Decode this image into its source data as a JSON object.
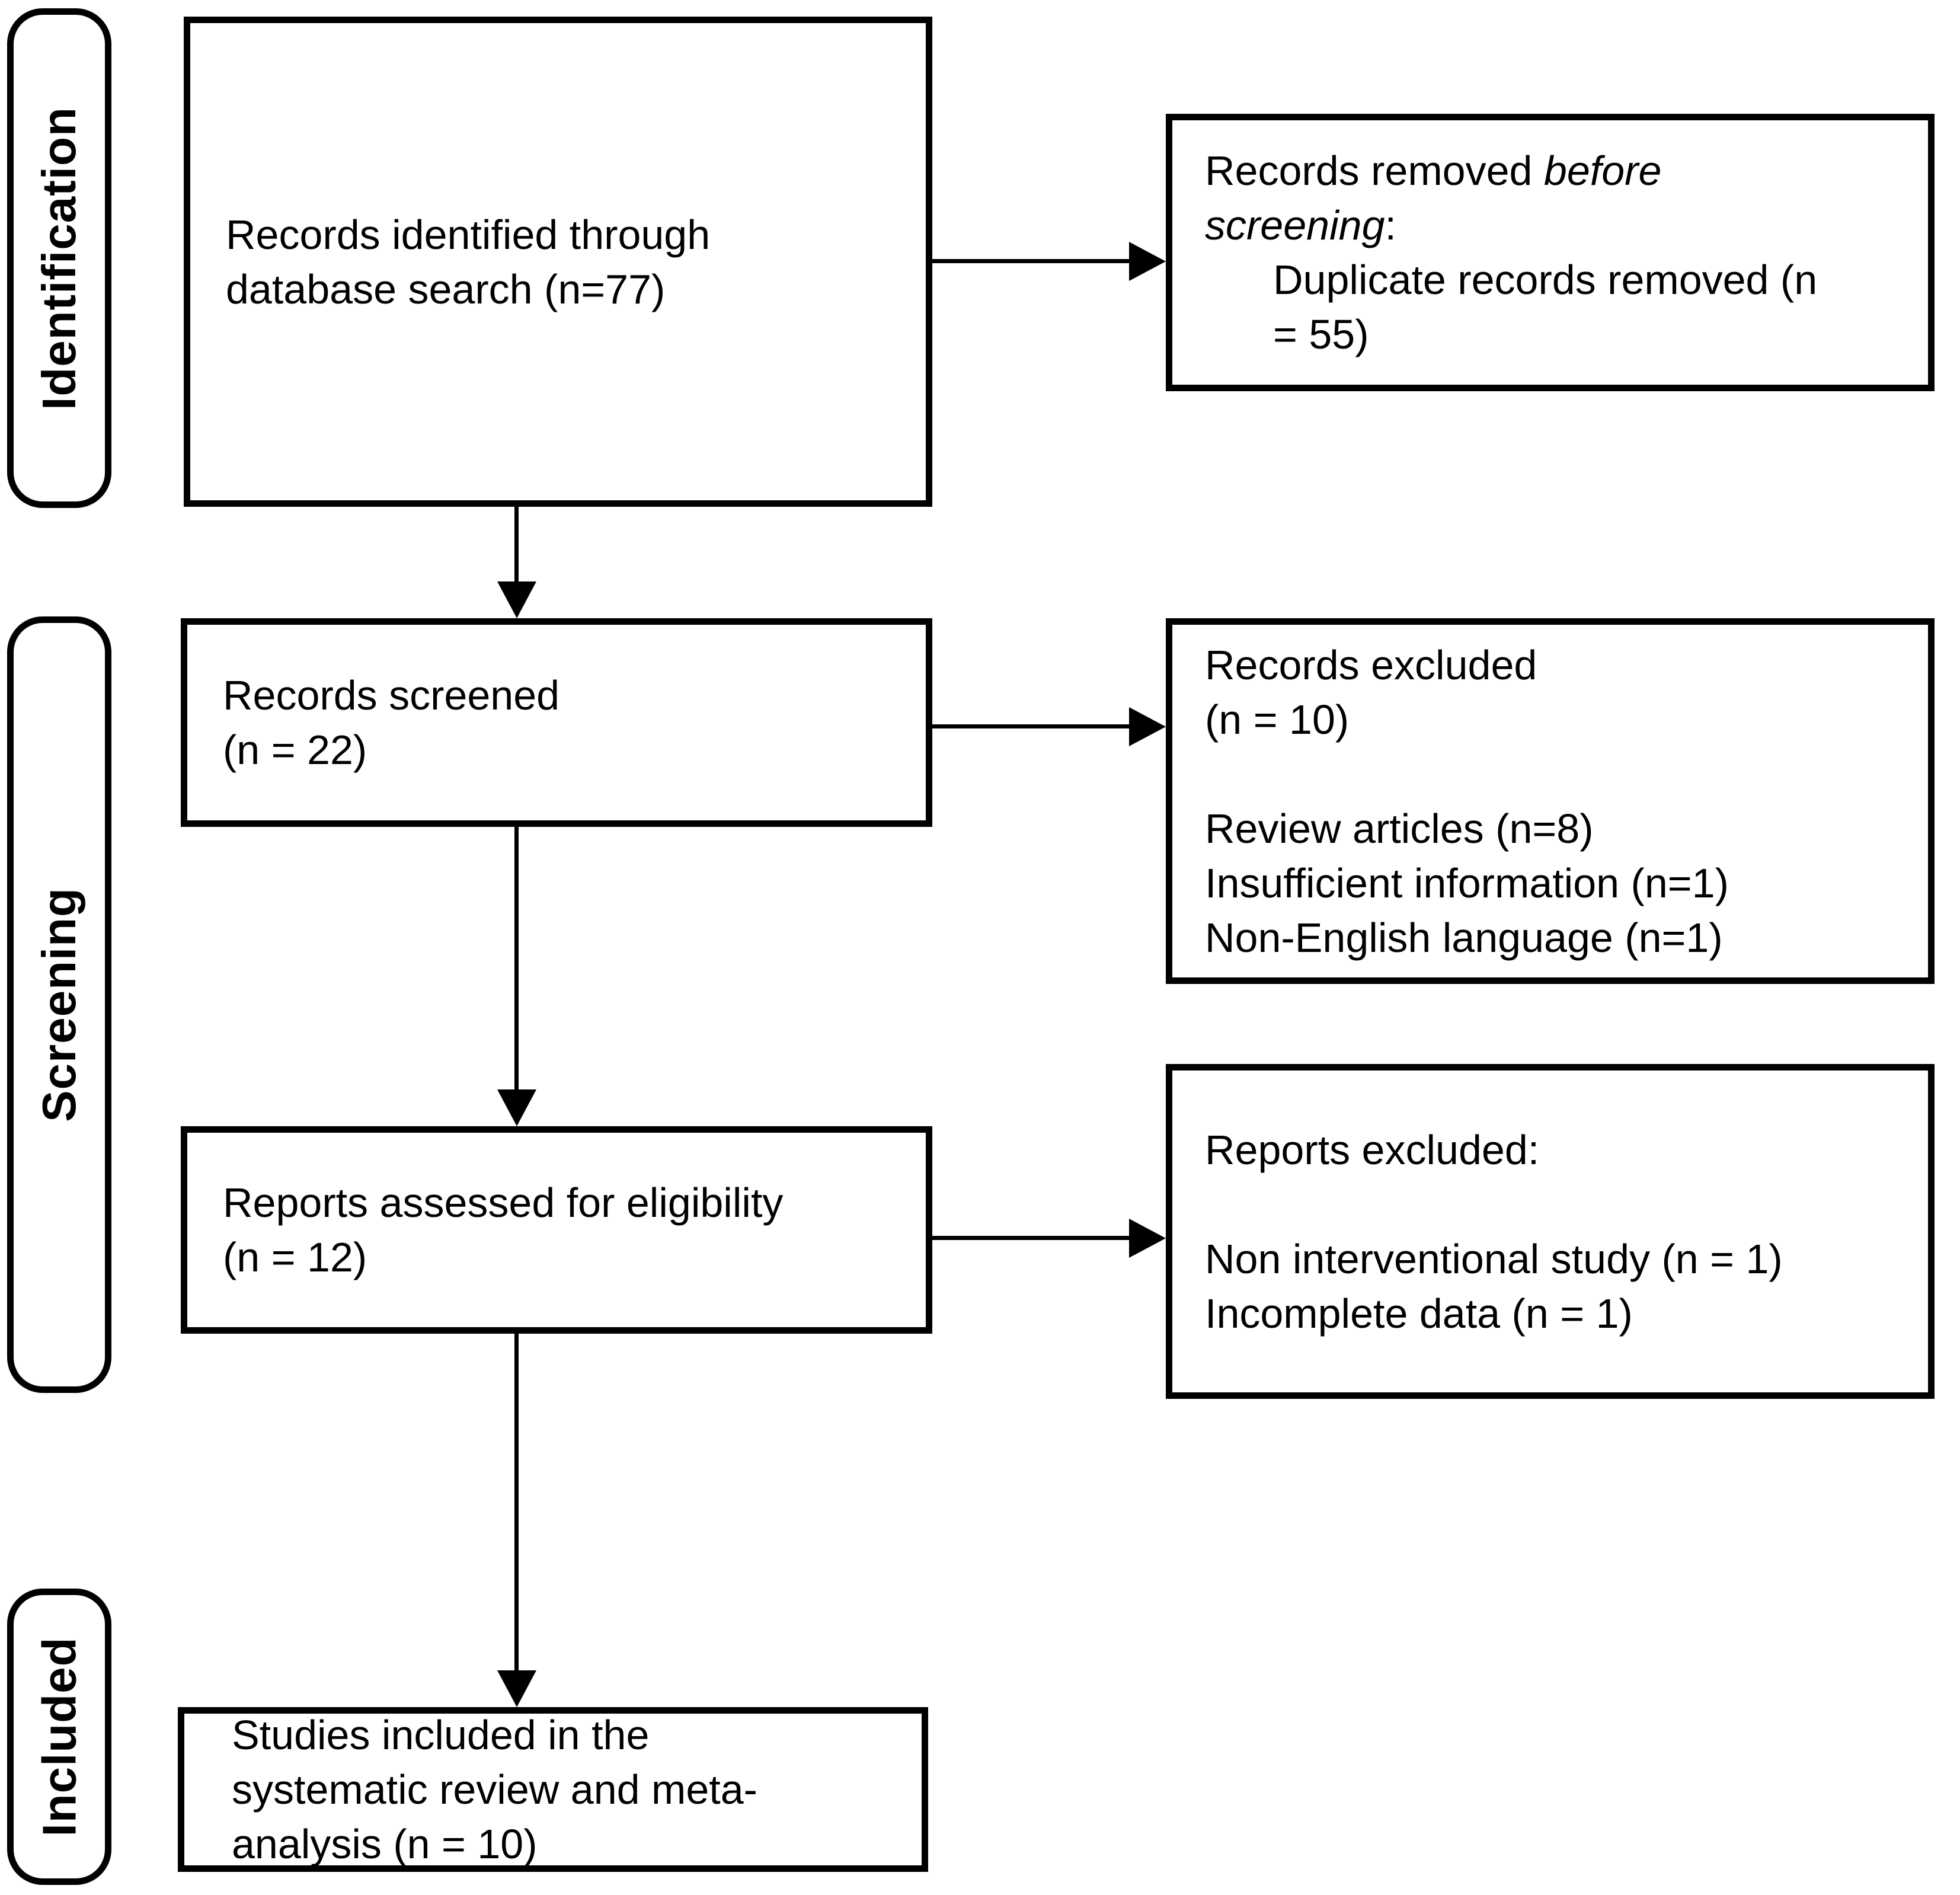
{
  "stages": {
    "identification": "Identification",
    "screening": "Screening",
    "included": "Included"
  },
  "boxes": {
    "identified": {
      "line1": "Records identified through",
      "line2": "database search (n=77)"
    },
    "removed": {
      "line1_regular": "Records removed ",
      "line1_italic": "before",
      "line2_italic": "screening",
      "line2_regular": ":",
      "line3": "Duplicate records removed (n",
      "line4": "= 55)"
    },
    "screened": {
      "line1": "Records screened",
      "line2": "(n = 22)"
    },
    "records_excluded": {
      "line1": "Records excluded",
      "line2": "(n = 10)",
      "line3": "Review articles (n=8)",
      "line4": "Insufficient information (n=1)",
      "line5": "Non-English language (n=1)"
    },
    "assessed": {
      "line1": "Reports assessed for eligibility",
      "line2": "(n = 12)"
    },
    "reports_excluded": {
      "line1": "Reports excluded:",
      "line2": "Non interventional study (n = 1)",
      "line3": "Incomplete data (n = 1)"
    },
    "included_studies": {
      "line1": "Studies included in the",
      "line2": "systematic review and meta-",
      "line3": "analysis (n = 10)"
    }
  },
  "colors": {
    "border": "#000000",
    "background": "#ffffff",
    "text": "#000000"
  }
}
